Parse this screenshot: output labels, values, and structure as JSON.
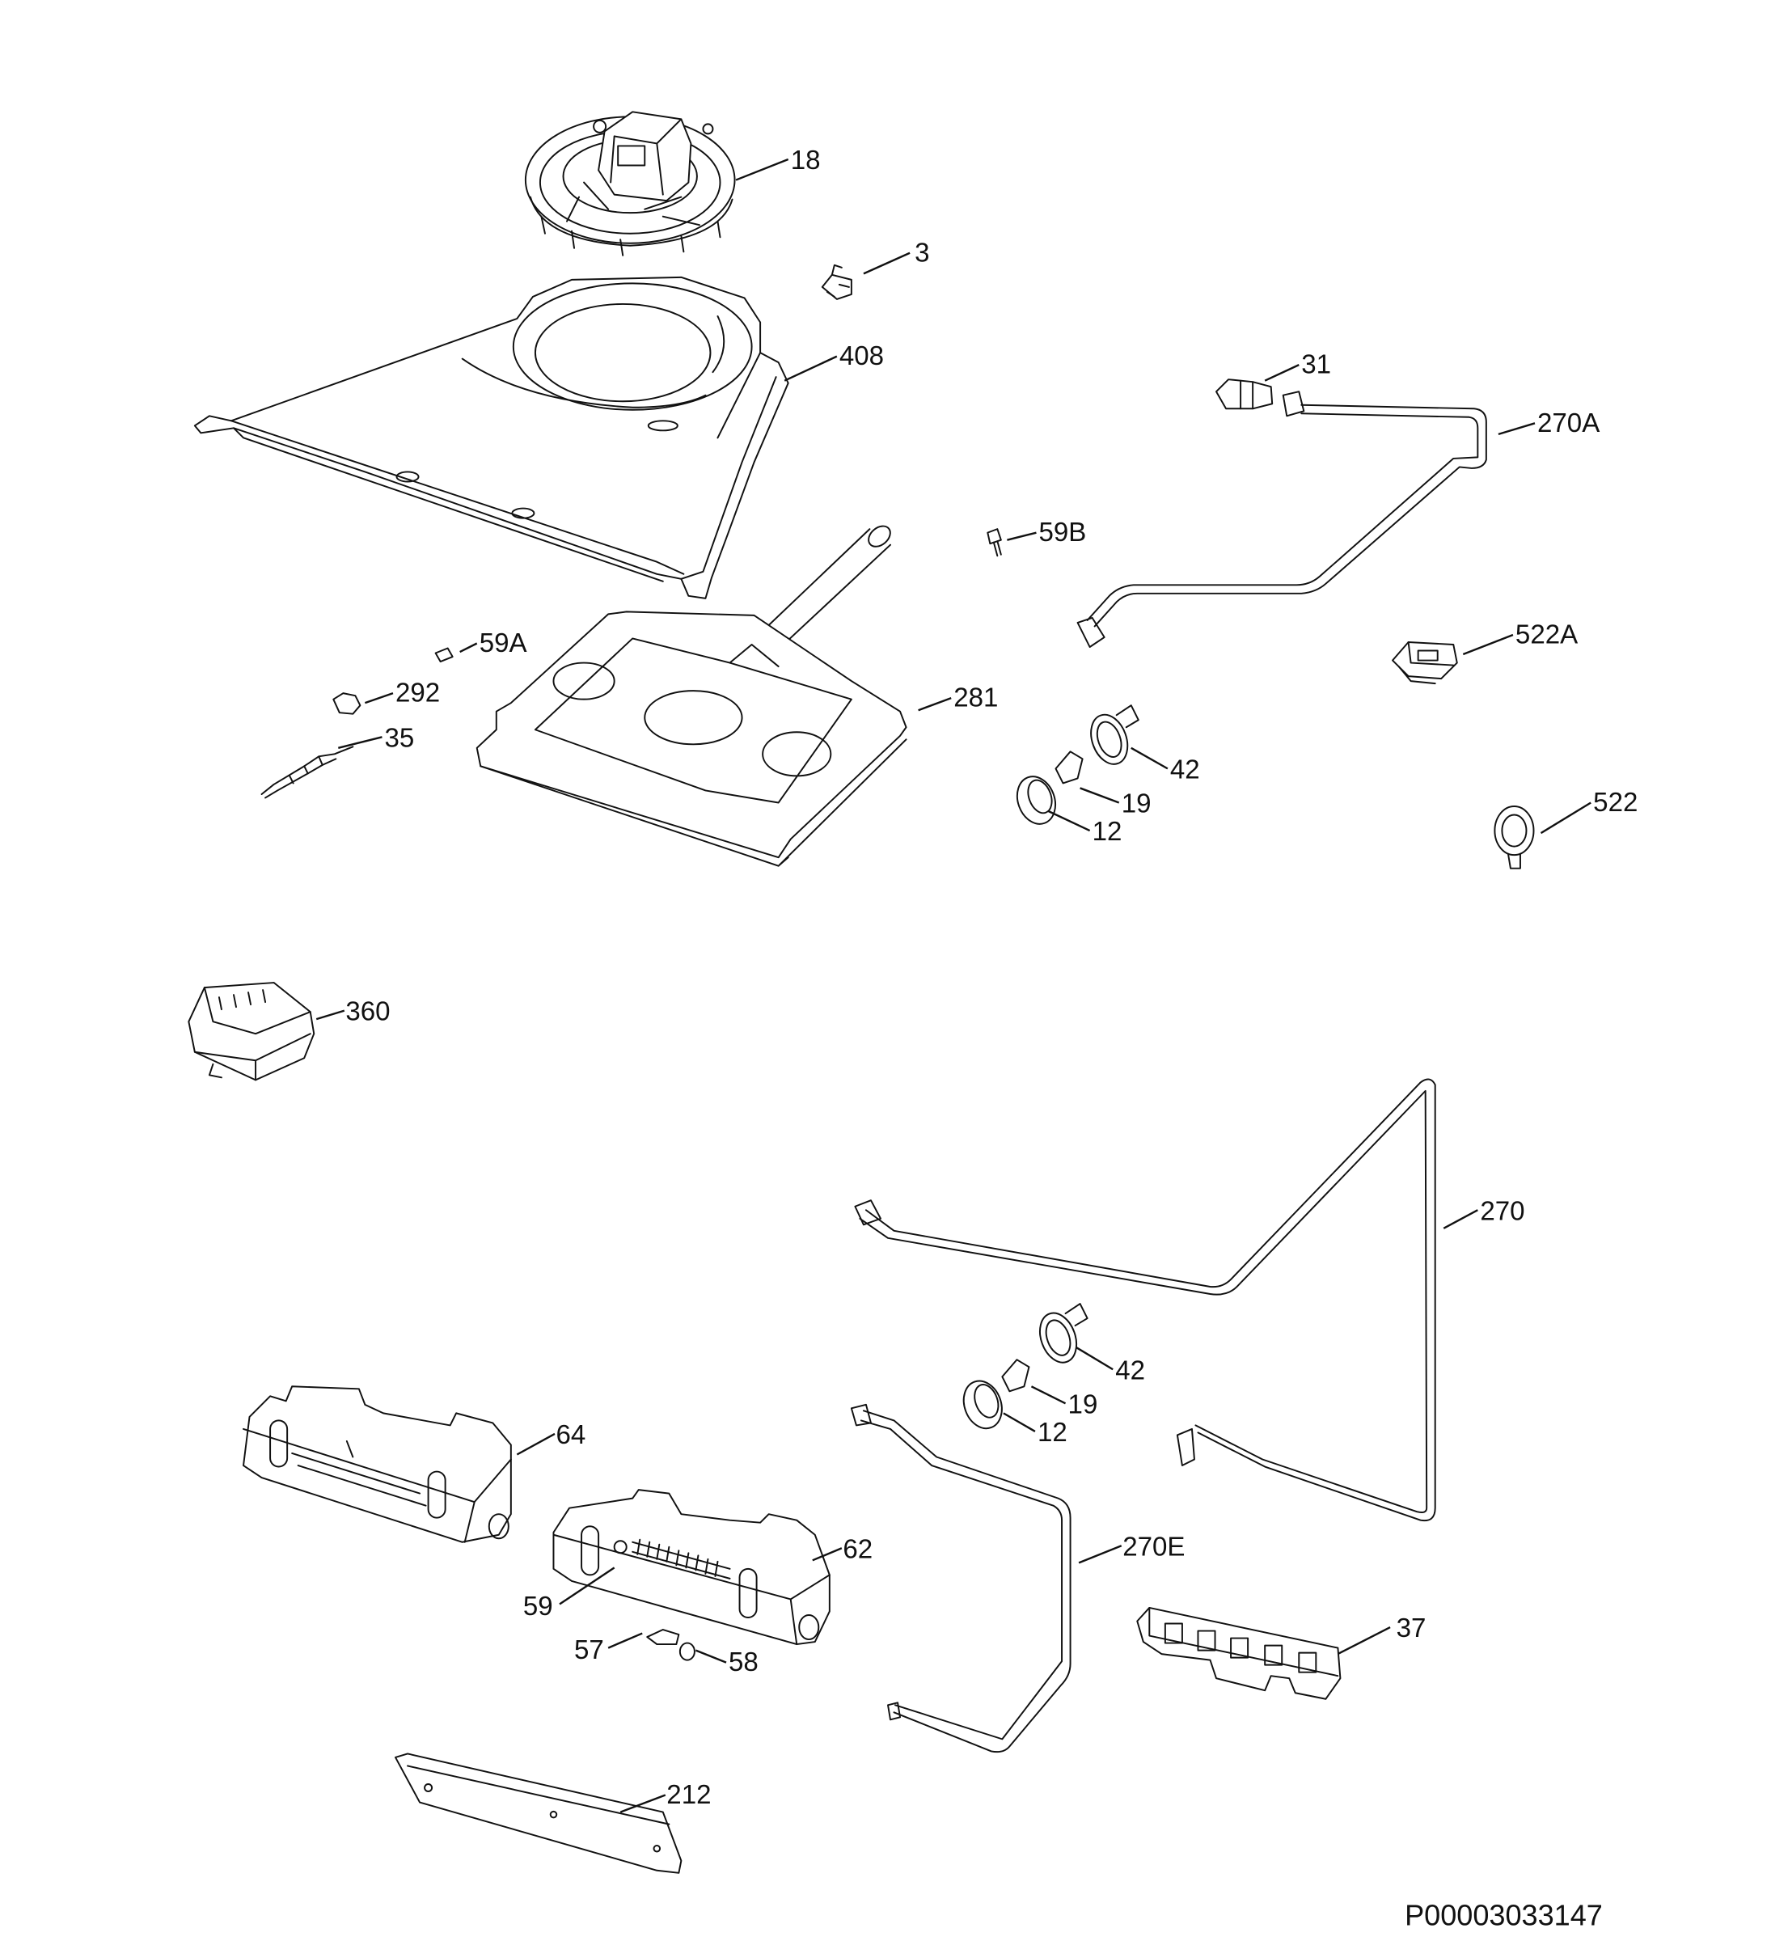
{
  "callouts": [
    "18",
    "3",
    "408",
    "31",
    "270A",
    "59B",
    "522A",
    "59A",
    "292",
    "281",
    "35",
    "42",
    "19",
    "12",
    "522",
    "360",
    "270",
    "42",
    "19",
    "12",
    "64",
    "62",
    "270E",
    "59",
    "57",
    "58",
    "37",
    "212"
  ],
  "drawing_number": "P00003033147"
}
